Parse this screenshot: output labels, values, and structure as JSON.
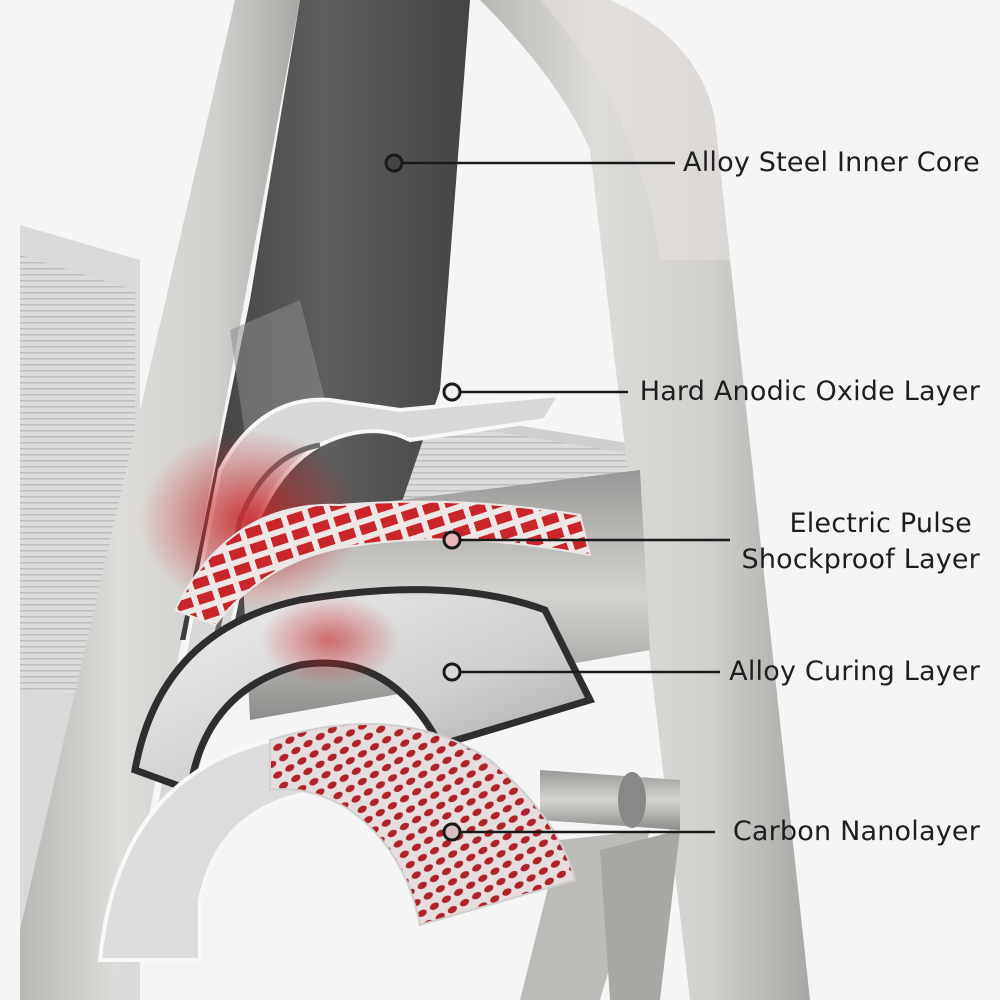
{
  "callouts": [
    {
      "id": "alloy-steel-inner-core",
      "lines": [
        "Alloy Steel Inner Core"
      ]
    },
    {
      "id": "hard-anodic-oxide-layer",
      "lines": [
        "Hard Anodic Oxide Layer"
      ]
    },
    {
      "id": "electric-pulse-shockproof-layer",
      "lines": [
        "Electric Pulse",
        "Shockproof Layer"
      ]
    },
    {
      "id": "alloy-curing-layer",
      "lines": [
        "Alloy Curing Layer"
      ]
    },
    {
      "id": "carbon-nanolayer",
      "lines": [
        "Carbon Nanolayer"
      ]
    }
  ],
  "colors": {
    "frame": "#cfcdca",
    "core": "#555555",
    "mesh_red": "#c8262a",
    "leader": "#1a1a1a"
  }
}
